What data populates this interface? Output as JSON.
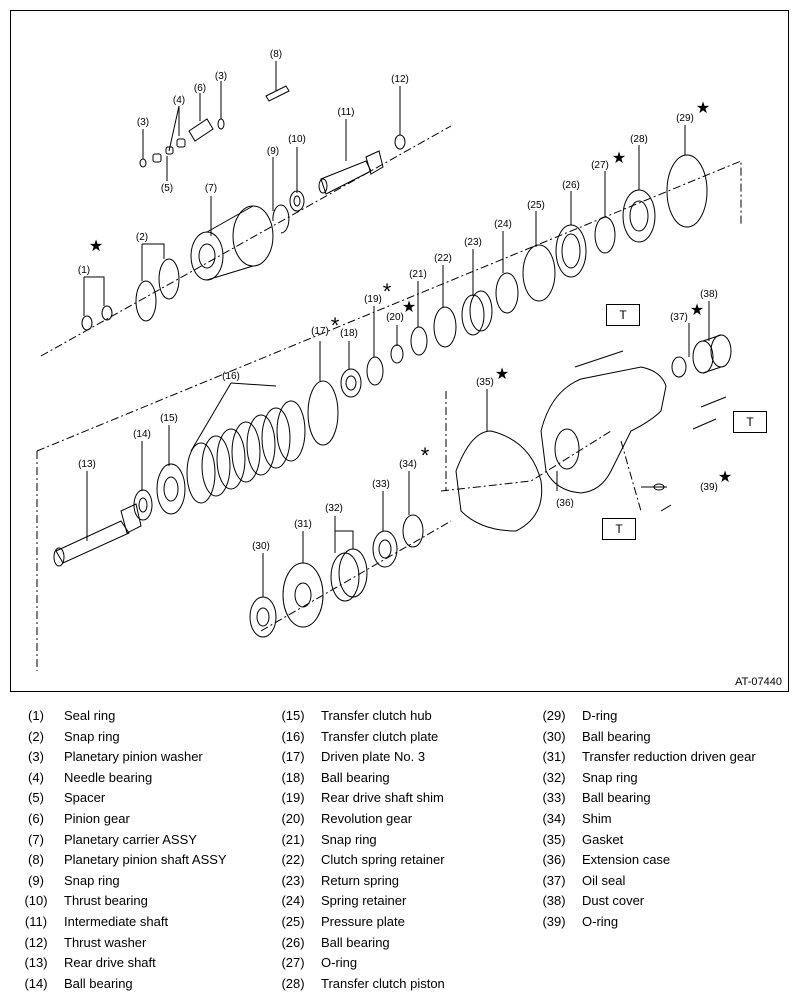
{
  "figure": {
    "figure_id": "AT-07440",
    "tightening_mark": "T",
    "callouts": [
      "(1)",
      "(2)",
      "(3)",
      "(3)",
      "(4)",
      "(5)",
      "(6)",
      "(7)",
      "(8)",
      "(9)",
      "(10)",
      "(11)",
      "(12)",
      "(13)",
      "(14)",
      "(15)",
      "(16)",
      "(17)",
      "(18)",
      "(19)",
      "(20)",
      "(21)",
      "(22)",
      "(23)",
      "(24)",
      "(25)",
      "(26)",
      "(27)",
      "(28)",
      "(29)",
      "(30)",
      "(31)",
      "(32)",
      "(33)",
      "(34)",
      "(35)",
      "(36)",
      "(37)",
      "(38)",
      "(39)"
    ],
    "star_mark": "★",
    "asterisk_mark": "*"
  },
  "legend": {
    "columns": [
      [
        {
          "num": "(1)",
          "name": "Seal ring"
        },
        {
          "num": "(2)",
          "name": "Snap ring"
        },
        {
          "num": "(3)",
          "name": "Planetary pinion washer"
        },
        {
          "num": "(4)",
          "name": "Needle bearing"
        },
        {
          "num": "(5)",
          "name": "Spacer"
        },
        {
          "num": "(6)",
          "name": "Pinion gear"
        },
        {
          "num": "(7)",
          "name": "Planetary carrier ASSY"
        },
        {
          "num": "(8)",
          "name": "Planetary pinion shaft ASSY"
        },
        {
          "num": "(9)",
          "name": "Snap ring"
        },
        {
          "num": "(10)",
          "name": "Thrust bearing"
        },
        {
          "num": "(11)",
          "name": "Intermediate shaft"
        },
        {
          "num": "(12)",
          "name": "Thrust washer"
        },
        {
          "num": "(13)",
          "name": "Rear drive shaft"
        },
        {
          "num": "(14)",
          "name": "Ball bearing"
        }
      ],
      [
        {
          "num": "(15)",
          "name": "Transfer clutch hub"
        },
        {
          "num": "(16)",
          "name": "Transfer clutch plate"
        },
        {
          "num": "(17)",
          "name": "Driven plate No. 3"
        },
        {
          "num": "(18)",
          "name": "Ball bearing"
        },
        {
          "num": "(19)",
          "name": "Rear drive shaft shim"
        },
        {
          "num": "(20)",
          "name": "Revolution gear"
        },
        {
          "num": "(21)",
          "name": "Snap ring"
        },
        {
          "num": "(22)",
          "name": "Clutch spring retainer"
        },
        {
          "num": "(23)",
          "name": "Return spring"
        },
        {
          "num": "(24)",
          "name": "Spring retainer"
        },
        {
          "num": "(25)",
          "name": "Pressure plate"
        },
        {
          "num": "(26)",
          "name": "Ball bearing"
        },
        {
          "num": "(27)",
          "name": "O-ring"
        },
        {
          "num": "(28)",
          "name": "Transfer clutch piston"
        }
      ],
      [
        {
          "num": "(29)",
          "name": "D-ring"
        },
        {
          "num": "(30)",
          "name": "Ball bearing"
        },
        {
          "num": "(31)",
          "name": "Transfer reduction driven gear"
        },
        {
          "num": "(32)",
          "name": "Snap ring"
        },
        {
          "num": "(33)",
          "name": "Ball bearing"
        },
        {
          "num": "(34)",
          "name": "Shim"
        },
        {
          "num": "(35)",
          "name": "Gasket"
        },
        {
          "num": "(36)",
          "name": "Extension case"
        },
        {
          "num": "(37)",
          "name": "Oil seal"
        },
        {
          "num": "(38)",
          "name": "Dust cover"
        },
        {
          "num": "(39)",
          "name": "O-ring"
        }
      ]
    ]
  }
}
